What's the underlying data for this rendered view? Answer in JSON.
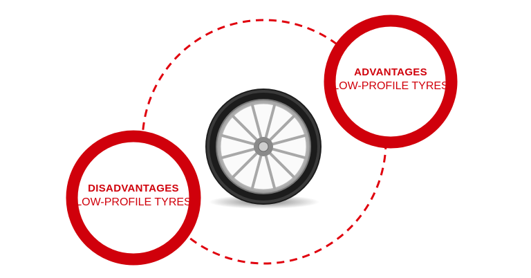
{
  "colors": {
    "accent": "#d0000b",
    "background": "#ffffff"
  },
  "advantages": {
    "title": "ADVANTAGES",
    "subtitle": "LOW-PROFILE TYRES"
  },
  "disadvantages": {
    "title": "DISADVANTAGES",
    "subtitle": "LOW-PROFILE TYRES"
  },
  "center_image": "tyre-with-alloy-wheel"
}
